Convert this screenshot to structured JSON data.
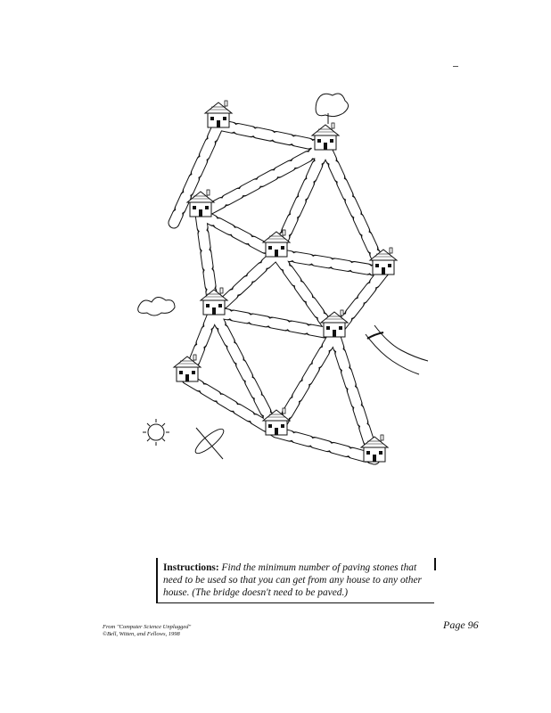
{
  "instructions": {
    "label": "Instructions:",
    "text": "Find the minimum number of paving stones that need to be used so that you can get from any house to any other house. (The bridge doesn't need to be paved.)"
  },
  "footer": {
    "source": "From \"Computer Science Unplugged\"",
    "copyright": "©Bell, Witten, and Fellows, 1998",
    "page": "Page 96"
  },
  "illustration": {
    "description_icon": "muddy-city-map-icon"
  }
}
